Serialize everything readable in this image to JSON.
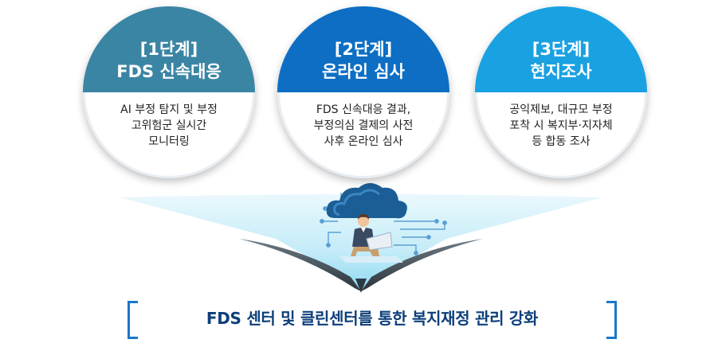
{
  "steps": [
    {
      "level": "[1단계]",
      "title": "FDS 신속대응",
      "lines": [
        "AI 부정 탐지 및 부정",
        "고위험군 실시간",
        "모니터링"
      ],
      "color": "#3b85a4"
    },
    {
      "level": "[2단계]",
      "title": "온라인 심사",
      "lines": [
        "FDS 신속대응 결과,",
        "부정의심 결제의 사전",
        "사후 온라인 심사"
      ],
      "color": "#0d6ec4"
    },
    {
      "level": "[3단계]",
      "title": "현지조사",
      "lines": [
        "공익제보, 대규모 부정",
        "포착 시 복지부·지자체",
        "등 합동 조사"
      ],
      "color": "#1aa1e2"
    }
  ],
  "banner": {
    "text": "FDS 센터 및 클린센터를 통한 복지재정 관리 강화",
    "bracket_color": "#1a76c9"
  },
  "icons": [
    "cloud-icon",
    "person-laptop-icon",
    "circuit-lines-icon"
  ]
}
